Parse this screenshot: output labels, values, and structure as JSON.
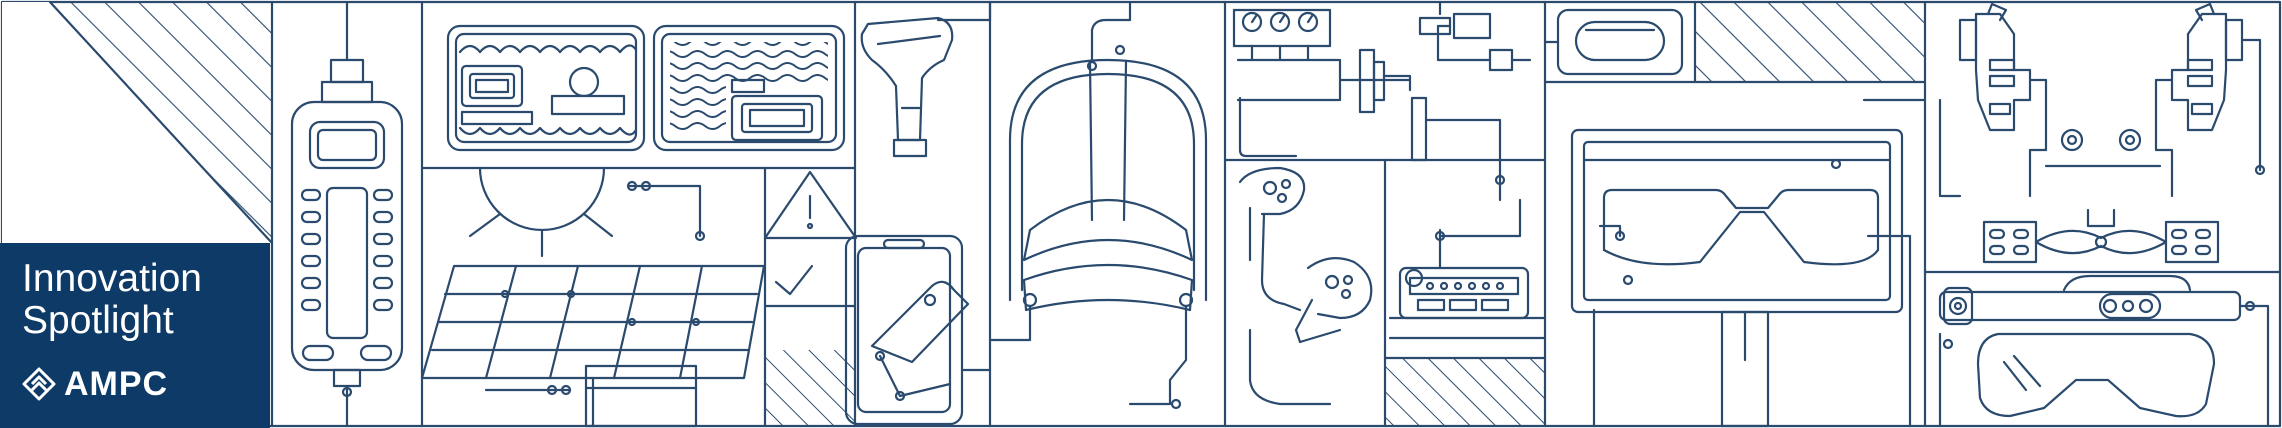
{
  "badge": {
    "title_line_1": "Innovation",
    "title_line_2": "Spotlight",
    "brand": "AMPC"
  },
  "colors": {
    "line": "#2a4a6e",
    "badge_background": "#0d3a66",
    "badge_text": "#ffffff",
    "background": "#ffffff"
  },
  "illustrations": [
    "hatched-triangle-panel",
    "handheld-remote-device",
    "circuit-boards",
    "solar-panel-with-sun",
    "warning-sign",
    "barcode-scanner",
    "smartphone-with-tag",
    "vr-headset",
    "pressure-gauges-and-pipes",
    "vr-controllers",
    "control-panel",
    "vr-goggles",
    "monitor-with-goggles",
    "hatched-panel",
    "robotic-grippers",
    "ar-glasses"
  ]
}
